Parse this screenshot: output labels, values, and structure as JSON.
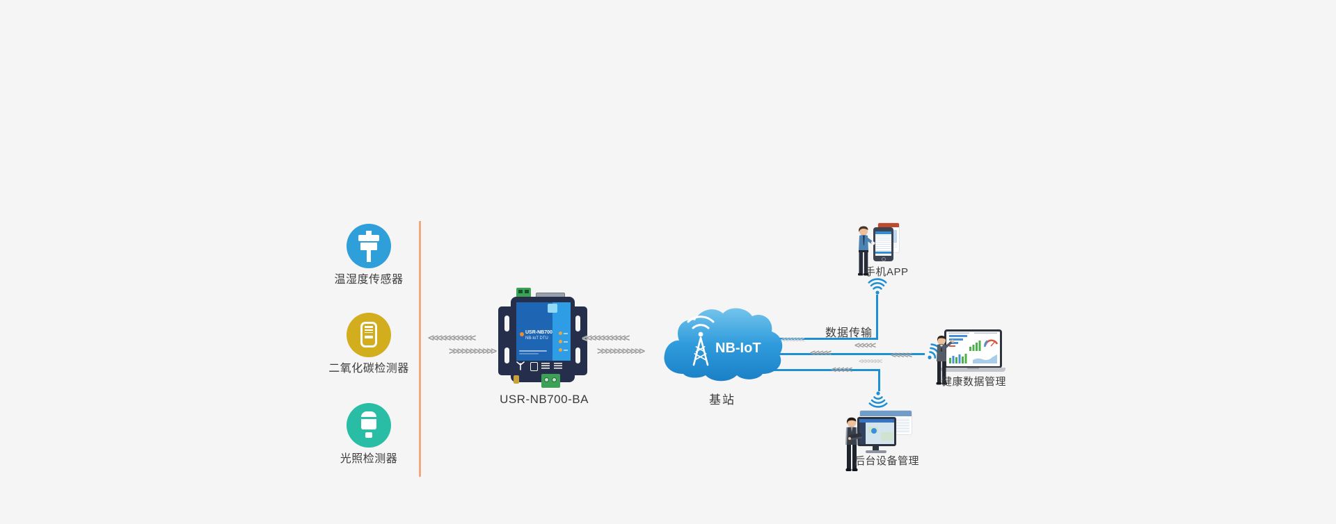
{
  "diagram": {
    "background": "#f5f5f6",
    "accent_blue": "#1f8fd3",
    "divider_color": "#f2a87d",
    "chevron_color": "#9b9b9b",
    "cloud_color": "#2e9ada",
    "text_color": "#3a3a3a"
  },
  "sensors": {
    "items": [
      {
        "label": "温湿度传感器",
        "color": "#2f9fd9",
        "icon": "humidity-temperature-sensor-icon"
      },
      {
        "label": "二氧化碳检测器",
        "color": "#d2ae1f",
        "icon": "co2-detector-icon"
      },
      {
        "label": "光照检测器",
        "color": "#2abda5",
        "icon": "light-detector-icon"
      }
    ]
  },
  "device": {
    "label": "USR-NB700-BA",
    "panel_title": "USR-NB700",
    "panel_subtitle": "NB-IoT DTU"
  },
  "cloud": {
    "label": "NB-IoT",
    "caption": "基站"
  },
  "links": {
    "data_transfer_label": "数据传输"
  },
  "endpoints": {
    "phone": {
      "label": "手机APP"
    },
    "health": {
      "label": "健康数据管理"
    },
    "backend": {
      "label": "后台设备管理"
    }
  },
  "arrows": {
    "left_in": "<<<<<<<<<<<",
    "left_out": ">>>>>>>>>>>",
    "mid_in": "<<<<<<<<<<<",
    "mid_out": ">>>>>>>>>>>",
    "cloud_t1": "<<<<<<<",
    "t_right": "<<<<<",
    "m_left": "<<<<<",
    "m_right": "<<<<<",
    "m_faint": "<<<<<<<",
    "b_left": "<<<<<"
  }
}
